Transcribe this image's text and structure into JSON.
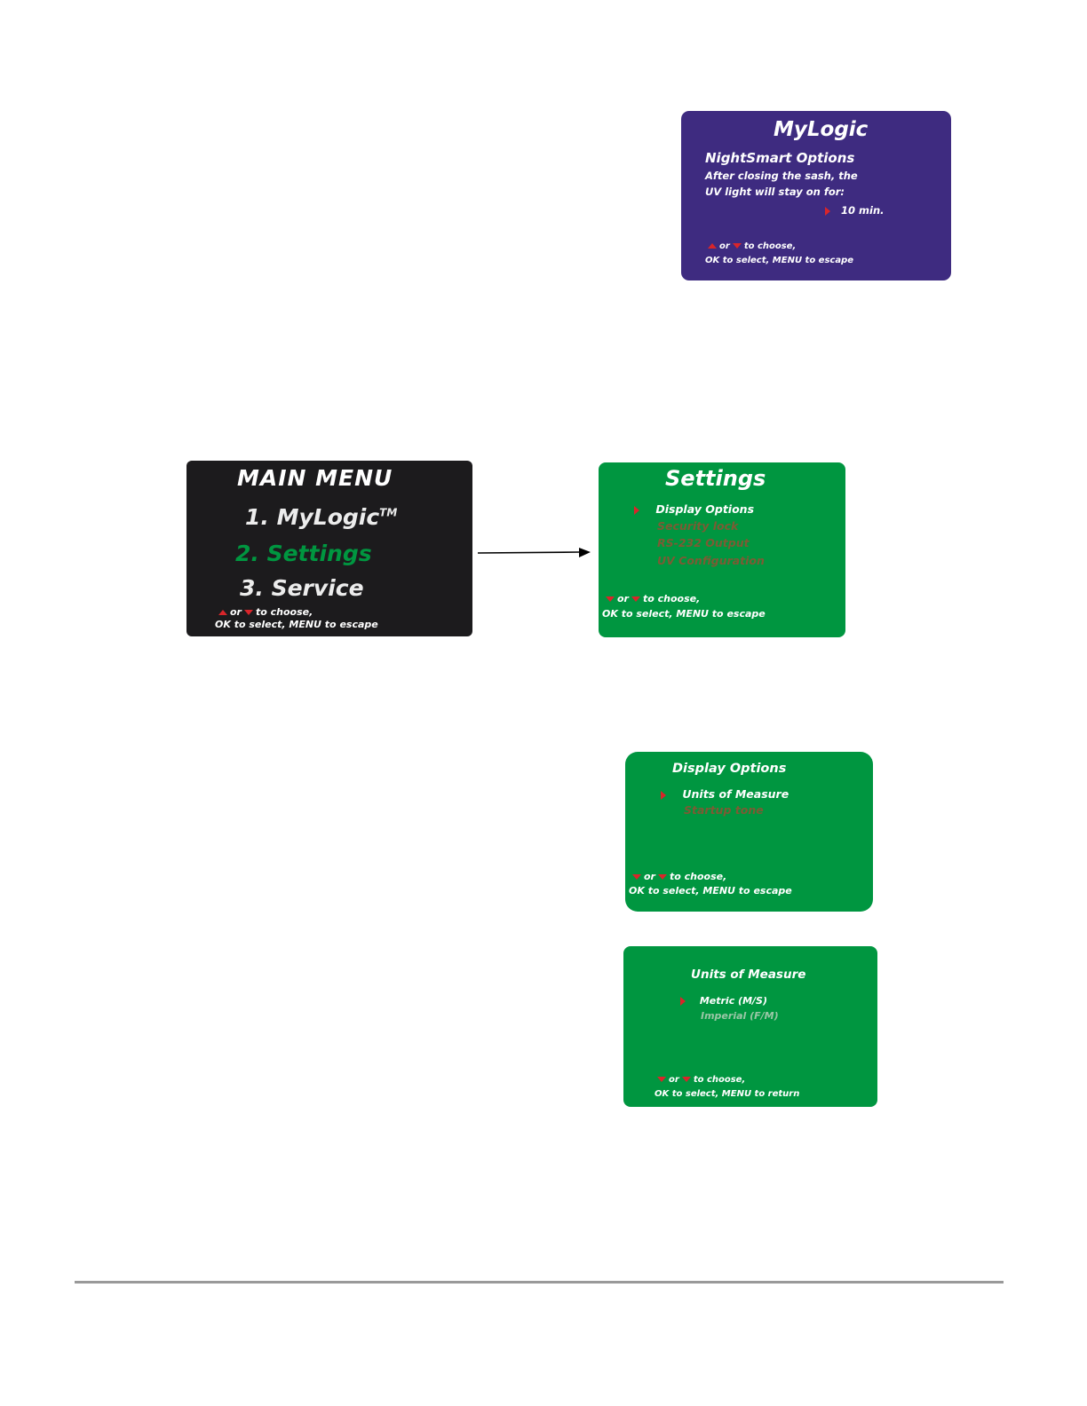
{
  "mylogic_screen": {
    "title": "MyLogic",
    "subtitle": "NightSmart Options",
    "line1": "After closing the sash, the",
    "line2": "UV light will stay on for:",
    "value": "10 min.",
    "hint_or": "or",
    "hint_choose": "to choose,",
    "hint_line2": "OK to select, MENU to escape",
    "bg_color": "#3e2b80"
  },
  "main_menu_screen": {
    "title": "MAIN MENU",
    "items": [
      {
        "label": "1. MyLogic",
        "suffix": "TM",
        "state": "normal"
      },
      {
        "label": "2. Settings",
        "state": "highlighted"
      },
      {
        "label": "3. Service",
        "state": "normal"
      }
    ],
    "hint_or": "or",
    "hint_choose": "to choose,",
    "hint_line2": "OK to select, MENU to escape",
    "bg_color": "#1c1b1d",
    "highlight_color": "#009640"
  },
  "settings_screen": {
    "title": "Settings",
    "items": [
      {
        "label": "Display Options",
        "selected": true
      },
      {
        "label": "Security lock",
        "selected": false
      },
      {
        "label": "RS-232 Output",
        "selected": false
      },
      {
        "label": "UV Configuration",
        "selected": false
      }
    ],
    "hint_or": "or",
    "hint_choose": "to choose,",
    "hint_line2": "OK to select, MENU to escape",
    "bg_color": "#009640"
  },
  "display_options_screen": {
    "title": "Display Options",
    "items": [
      {
        "label": "Units of Measure",
        "selected": true
      },
      {
        "label": "Startup tone",
        "selected": false
      }
    ],
    "hint_or": "or",
    "hint_choose": "to choose,",
    "hint_line2": "OK to select, MENU to escape",
    "bg_color": "#009640"
  },
  "units_screen": {
    "title": "Units of Measure",
    "items": [
      {
        "label": "Metric (M/S)",
        "selected": true
      },
      {
        "label": "Imperial (F/M)",
        "selected": false
      }
    ],
    "hint_or": "or",
    "hint_choose": "to choose,",
    "hint_line2": "OK to select, MENU to return",
    "bg_color": "#009640"
  },
  "icons": {
    "up": "up-triangle-icon",
    "down": "down-triangle-icon",
    "pointer": "right-triangle-icon",
    "flow": "flow-arrow-icon"
  },
  "colors": {
    "accent_red": "#d9252a",
    "rule": "#999999"
  }
}
